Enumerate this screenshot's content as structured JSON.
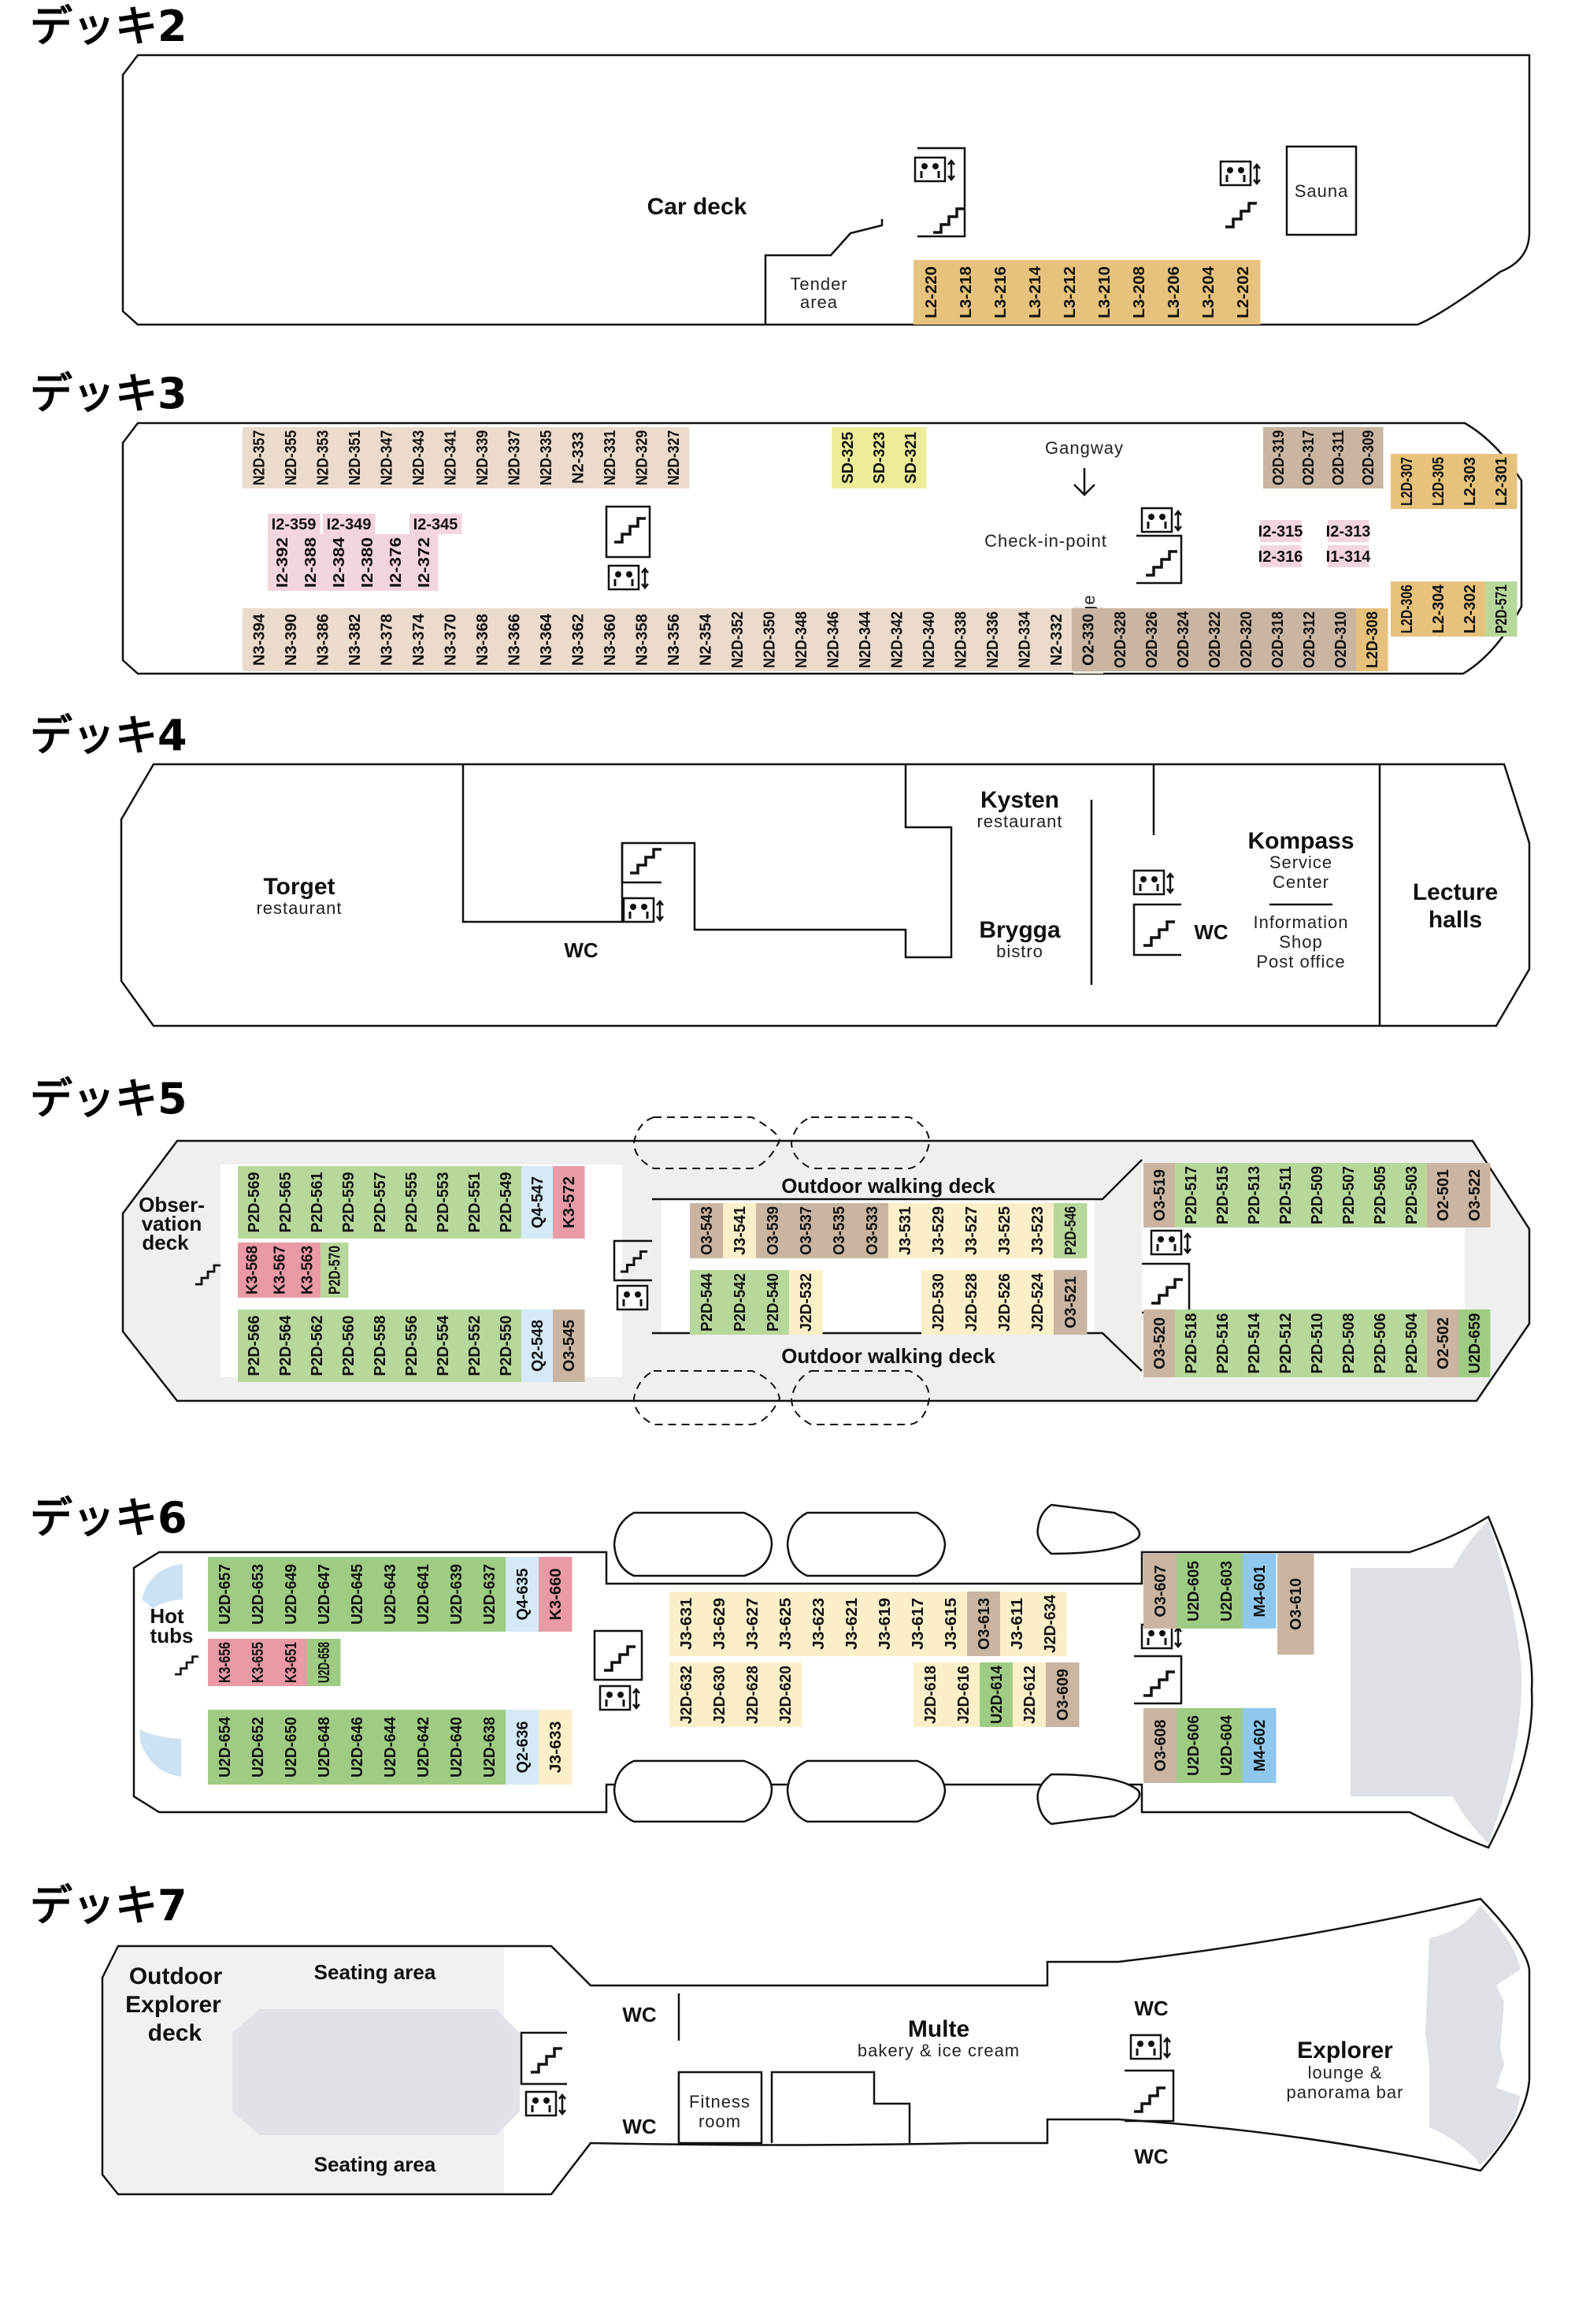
{
  "decks": [
    {
      "id": "d2",
      "title": "デッキ2"
    },
    {
      "id": "d3",
      "title": "デッキ3"
    },
    {
      "id": "d4",
      "title": "デッキ4"
    },
    {
      "id": "d5",
      "title": "デッキ5"
    },
    {
      "id": "d6",
      "title": "デッキ6"
    },
    {
      "id": "d7",
      "title": "デッキ7"
    }
  ],
  "colors": {
    "orange": "#e7c27c",
    "beige": "#eadbcd",
    "taupe": "#c9b5a2",
    "yellow": "#ecec9a",
    "pink": "#f3d5dc",
    "green": "#b8d79b",
    "rose": "#e99aa6",
    "ltyellow": "#fbefc9",
    "ltblue": "#d5e9f7",
    "blue": "#8fc8ee",
    "dkgreen": "#9fcc82",
    "grey": "#dde0e4",
    "deckgrey": "#f1f1f1"
  },
  "labels": {
    "car_deck": "Car deck",
    "tender": "Tender",
    "area": "area",
    "sauna": "Sauna",
    "gangway": "Gangway",
    "check_in": "Check-in-point",
    "luggage": "Luggage",
    "torget": "Torget",
    "restaurant": "restaurant",
    "wc": "WC",
    "kysten": "Kysten",
    "brygga": "Brygga",
    "bistro": "bistro",
    "kompass": "Kompass",
    "service": "Service",
    "center": "Center",
    "information": "Information",
    "shop": "Shop",
    "post_office": "Post office",
    "lecture": "Lecture",
    "halls": "halls",
    "obser": "Obser-",
    "vation": "vation",
    "deck": "deck",
    "outdoor_walking": "Outdoor walking deck",
    "hot": "Hot",
    "tubs": "tubs",
    "outdoor": "Outdoor",
    "explorer_word": "Explorer",
    "seating": "Seating area",
    "fitness": "Fitness",
    "room": "room",
    "multe": "Multe",
    "bakery": "bakery & ice cream",
    "explorer": "Explorer",
    "lounge": "lounge &",
    "panorama": "panorama bar"
  },
  "cabins": [
    {
      "id": "L2-220",
      "c": "orange"
    },
    {
      "id": "L3-218",
      "c": "orange"
    },
    {
      "id": "L3-216",
      "c": "orange"
    },
    {
      "id": "L3-214",
      "c": "orange"
    },
    {
      "id": "L3-212",
      "c": "orange"
    },
    {
      "id": "L3-210",
      "c": "orange"
    },
    {
      "id": "L3-208",
      "c": "orange"
    },
    {
      "id": "L3-206",
      "c": "orange"
    },
    {
      "id": "L3-204",
      "c": "orange"
    },
    {
      "id": "L2-202",
      "c": "orange"
    },
    {
      "id": "N2D-357",
      "c": "beige"
    },
    {
      "id": "N2D-355",
      "c": "beige"
    },
    {
      "id": "N2D-353",
      "c": "beige"
    },
    {
      "id": "N2D-351",
      "c": "beige"
    },
    {
      "id": "N2D-347",
      "c": "beige"
    },
    {
      "id": "N2D-343",
      "c": "beige"
    },
    {
      "id": "N2D-341",
      "c": "beige"
    },
    {
      "id": "N2D-339",
      "c": "beige"
    },
    {
      "id": "N2D-337",
      "c": "beige"
    },
    {
      "id": "N2D-335",
      "c": "beige"
    },
    {
      "id": "N2-333",
      "c": "beige"
    },
    {
      "id": "N2D-331",
      "c": "beige"
    },
    {
      "id": "N2D-329",
      "c": "beige"
    },
    {
      "id": "N2D-327",
      "c": "beige"
    },
    {
      "id": "SD-325",
      "c": "yellow"
    },
    {
      "id": "SD-323",
      "c": "yellow"
    },
    {
      "id": "SD-321",
      "c": "yellow"
    },
    {
      "id": "O2D-319",
      "c": "taupe"
    },
    {
      "id": "O2D-317",
      "c": "taupe"
    },
    {
      "id": "O2D-311",
      "c": "taupe"
    },
    {
      "id": "O2D-309",
      "c": "taupe"
    },
    {
      "id": "L2D-307",
      "c": "orange"
    },
    {
      "id": "L2D-305",
      "c": "orange"
    },
    {
      "id": "L2-303",
      "c": "orange"
    },
    {
      "id": "L2-301",
      "c": "orange"
    },
    {
      "id": "I2-359",
      "c": "pink"
    },
    {
      "id": "I2-349",
      "c": "pink"
    },
    {
      "id": "I2-345",
      "c": "pink"
    },
    {
      "id": "I2-392",
      "c": "pink"
    },
    {
      "id": "I2-388",
      "c": "pink"
    },
    {
      "id": "I2-384",
      "c": "pink"
    },
    {
      "id": "I2-380",
      "c": "pink"
    },
    {
      "id": "I2-376",
      "c": "pink"
    },
    {
      "id": "I2-372",
      "c": "pink"
    },
    {
      "id": "I2-315",
      "c": "pink"
    },
    {
      "id": "I2-316",
      "c": "pink"
    },
    {
      "id": "I2-313",
      "c": "pink"
    },
    {
      "id": "I1-314",
      "c": "pink"
    },
    {
      "id": "N3-394",
      "c": "beige"
    },
    {
      "id": "N3-390",
      "c": "beige"
    },
    {
      "id": "N3-386",
      "c": "beige"
    },
    {
      "id": "N3-382",
      "c": "beige"
    },
    {
      "id": "N3-378",
      "c": "beige"
    },
    {
      "id": "N3-374",
      "c": "beige"
    },
    {
      "id": "N3-370",
      "c": "beige"
    },
    {
      "id": "N3-368",
      "c": "beige"
    },
    {
      "id": "N3-366",
      "c": "beige"
    },
    {
      "id": "N3-364",
      "c": "beige"
    },
    {
      "id": "N3-362",
      "c": "beige"
    },
    {
      "id": "N3-360",
      "c": "beige"
    },
    {
      "id": "N3-358",
      "c": "beige"
    },
    {
      "id": "N3-356",
      "c": "beige"
    },
    {
      "id": "N2-354",
      "c": "beige"
    },
    {
      "id": "N2D-352",
      "c": "beige"
    },
    {
      "id": "N2D-350",
      "c": "beige"
    },
    {
      "id": "N2D-348",
      "c": "beige"
    },
    {
      "id": "N2D-346",
      "c": "beige"
    },
    {
      "id": "N2D-344",
      "c": "beige"
    },
    {
      "id": "N2D-342",
      "c": "beige"
    },
    {
      "id": "N2D-340",
      "c": "beige"
    },
    {
      "id": "N2D-338",
      "c": "beige"
    },
    {
      "id": "N2D-336",
      "c": "beige"
    },
    {
      "id": "N2D-334",
      "c": "beige"
    },
    {
      "id": "N2-332",
      "c": "beige"
    },
    {
      "id": "O2-330",
      "c": "taupe"
    },
    {
      "id": "O2D-328",
      "c": "taupe"
    },
    {
      "id": "O2D-326",
      "c": "taupe"
    },
    {
      "id": "O2D-324",
      "c": "taupe"
    },
    {
      "id": "O2D-322",
      "c": "taupe"
    },
    {
      "id": "O2D-320",
      "c": "taupe"
    },
    {
      "id": "O2D-318",
      "c": "taupe"
    },
    {
      "id": "O2D-312",
      "c": "taupe"
    },
    {
      "id": "O2D-310",
      "c": "taupe"
    },
    {
      "id": "L2D-308",
      "c": "orange"
    },
    {
      "id": "L2D-306",
      "c": "orange"
    },
    {
      "id": "L2-304",
      "c": "orange"
    },
    {
      "id": "L2-302",
      "c": "orange"
    },
    {
      "id": "P2D-571",
      "c": "green"
    },
    {
      "id": "P2D-569",
      "c": "green"
    },
    {
      "id": "P2D-565",
      "c": "green"
    },
    {
      "id": "P2D-561",
      "c": "green"
    },
    {
      "id": "P2D-559",
      "c": "green"
    },
    {
      "id": "P2D-557",
      "c": "green"
    },
    {
      "id": "P2D-555",
      "c": "green"
    },
    {
      "id": "P2D-553",
      "c": "green"
    },
    {
      "id": "P2D-551",
      "c": "green"
    },
    {
      "id": "P2D-549",
      "c": "green"
    },
    {
      "id": "Q4-547",
      "c": "ltblue"
    },
    {
      "id": "K3-572",
      "c": "rose"
    },
    {
      "id": "K3-568",
      "c": "rose"
    },
    {
      "id": "K3-567",
      "c": "rose"
    },
    {
      "id": "K3-563",
      "c": "rose"
    },
    {
      "id": "P2D-570",
      "c": "green"
    },
    {
      "id": "P2D-566",
      "c": "green"
    },
    {
      "id": "P2D-564",
      "c": "green"
    },
    {
      "id": "P2D-562",
      "c": "green"
    },
    {
      "id": "P2D-560",
      "c": "green"
    },
    {
      "id": "P2D-558",
      "c": "green"
    },
    {
      "id": "P2D-556",
      "c": "green"
    },
    {
      "id": "P2D-554",
      "c": "green"
    },
    {
      "id": "P2D-552",
      "c": "green"
    },
    {
      "id": "P2D-550",
      "c": "green"
    },
    {
      "id": "Q2-548",
      "c": "ltblue"
    },
    {
      "id": "O3-545",
      "c": "taupe"
    },
    {
      "id": "O3-543",
      "c": "taupe"
    },
    {
      "id": "J3-541",
      "c": "ltyellow"
    },
    {
      "id": "O3-539",
      "c": "taupe"
    },
    {
      "id": "O3-537",
      "c": "taupe"
    },
    {
      "id": "O3-535",
      "c": "taupe"
    },
    {
      "id": "O3-533",
      "c": "taupe"
    },
    {
      "id": "J3-531",
      "c": "ltyellow"
    },
    {
      "id": "J3-529",
      "c": "ltyellow"
    },
    {
      "id": "J3-527",
      "c": "ltyellow"
    },
    {
      "id": "J3-525",
      "c": "ltyellow"
    },
    {
      "id": "J3-523",
      "c": "ltyellow"
    },
    {
      "id": "P2D-546",
      "c": "green"
    },
    {
      "id": "P2D-544",
      "c": "green"
    },
    {
      "id": "P2D-542",
      "c": "green"
    },
    {
      "id": "P2D-540",
      "c": "green"
    },
    {
      "id": "J2D-532",
      "c": "ltyellow"
    },
    {
      "id": "J2D-530",
      "c": "ltyellow"
    },
    {
      "id": "J2D-528",
      "c": "ltyellow"
    },
    {
      "id": "J2D-526",
      "c": "ltyellow"
    },
    {
      "id": "J2D-524",
      "c": "ltyellow"
    },
    {
      "id": "O3-521",
      "c": "taupe"
    },
    {
      "id": "O3-519",
      "c": "taupe"
    },
    {
      "id": "P2D-517",
      "c": "green"
    },
    {
      "id": "P2D-515",
      "c": "green"
    },
    {
      "id": "P2D-513",
      "c": "green"
    },
    {
      "id": "P2D-511",
      "c": "green"
    },
    {
      "id": "P2D-509",
      "c": "green"
    },
    {
      "id": "P2D-507",
      "c": "green"
    },
    {
      "id": "P2D-505",
      "c": "green"
    },
    {
      "id": "P2D-503",
      "c": "green"
    },
    {
      "id": "O2-501",
      "c": "taupe"
    },
    {
      "id": "O3-522",
      "c": "taupe"
    },
    {
      "id": "O3-520",
      "c": "taupe"
    },
    {
      "id": "P2D-518",
      "c": "green"
    },
    {
      "id": "P2D-516",
      "c": "green"
    },
    {
      "id": "P2D-514",
      "c": "green"
    },
    {
      "id": "P2D-512",
      "c": "green"
    },
    {
      "id": "P2D-510",
      "c": "green"
    },
    {
      "id": "P2D-508",
      "c": "green"
    },
    {
      "id": "P2D-506",
      "c": "green"
    },
    {
      "id": "P2D-504",
      "c": "green"
    },
    {
      "id": "O2-502",
      "c": "taupe"
    },
    {
      "id": "U2D-659",
      "c": "dkgreen"
    },
    {
      "id": "U2D-657",
      "c": "dkgreen"
    },
    {
      "id": "U2D-653",
      "c": "dkgreen"
    },
    {
      "id": "U2D-649",
      "c": "dkgreen"
    },
    {
      "id": "U2D-647",
      "c": "dkgreen"
    },
    {
      "id": "U2D-645",
      "c": "dkgreen"
    },
    {
      "id": "U2D-643",
      "c": "dkgreen"
    },
    {
      "id": "U2D-641",
      "c": "dkgreen"
    },
    {
      "id": "U2D-639",
      "c": "dkgreen"
    },
    {
      "id": "U2D-637",
      "c": "dkgreen"
    },
    {
      "id": "Q4-635",
      "c": "ltblue"
    },
    {
      "id": "K3-660",
      "c": "rose"
    },
    {
      "id": "K3-656",
      "c": "rose"
    },
    {
      "id": "K3-655",
      "c": "rose"
    },
    {
      "id": "K3-651",
      "c": "rose"
    },
    {
      "id": "U2D-658",
      "c": "dkgreen"
    },
    {
      "id": "U2D-654",
      "c": "dkgreen"
    },
    {
      "id": "U2D-652",
      "c": "dkgreen"
    },
    {
      "id": "U2D-650",
      "c": "dkgreen"
    },
    {
      "id": "U2D-648",
      "c": "dkgreen"
    },
    {
      "id": "U2D-646",
      "c": "dkgreen"
    },
    {
      "id": "U2D-644",
      "c": "dkgreen"
    },
    {
      "id": "U2D-642",
      "c": "dkgreen"
    },
    {
      "id": "U2D-640",
      "c": "dkgreen"
    },
    {
      "id": "U2D-638",
      "c": "dkgreen"
    },
    {
      "id": "Q2-636",
      "c": "ltblue"
    },
    {
      "id": "J3-633",
      "c": "ltyellow"
    },
    {
      "id": "J3-631",
      "c": "ltyellow"
    },
    {
      "id": "J3-629",
      "c": "ltyellow"
    },
    {
      "id": "J3-627",
      "c": "ltyellow"
    },
    {
      "id": "J3-625",
      "c": "ltyellow"
    },
    {
      "id": "J3-623",
      "c": "ltyellow"
    },
    {
      "id": "J3-621",
      "c": "ltyellow"
    },
    {
      "id": "J3-619",
      "c": "ltyellow"
    },
    {
      "id": "J3-617",
      "c": "ltyellow"
    },
    {
      "id": "J3-615",
      "c": "ltyellow"
    },
    {
      "id": "O3-613",
      "c": "taupe"
    },
    {
      "id": "J3-611",
      "c": "ltyellow"
    },
    {
      "id": "J2D-634",
      "c": "ltyellow"
    },
    {
      "id": "J2D-632",
      "c": "ltyellow"
    },
    {
      "id": "J2D-630",
      "c": "ltyellow"
    },
    {
      "id": "J2D-628",
      "c": "ltyellow"
    },
    {
      "id": "J2D-620",
      "c": "ltyellow"
    },
    {
      "id": "J2D-618",
      "c": "ltyellow"
    },
    {
      "id": "J2D-616",
      "c": "ltyellow"
    },
    {
      "id": "U2D-614",
      "c": "dkgreen"
    },
    {
      "id": "J2D-612",
      "c": "ltyellow"
    },
    {
      "id": "O3-609",
      "c": "taupe"
    },
    {
      "id": "O3-607",
      "c": "taupe"
    },
    {
      "id": "U2D-605",
      "c": "dkgreen"
    },
    {
      "id": "U2D-603",
      "c": "dkgreen"
    },
    {
      "id": "M4-601",
      "c": "blue"
    },
    {
      "id": "O3-610",
      "c": "taupe"
    },
    {
      "id": "O3-608",
      "c": "taupe"
    },
    {
      "id": "U2D-606",
      "c": "dkgreen"
    },
    {
      "id": "U2D-604",
      "c": "dkgreen"
    },
    {
      "id": "M4-602",
      "c": "blue"
    }
  ]
}
